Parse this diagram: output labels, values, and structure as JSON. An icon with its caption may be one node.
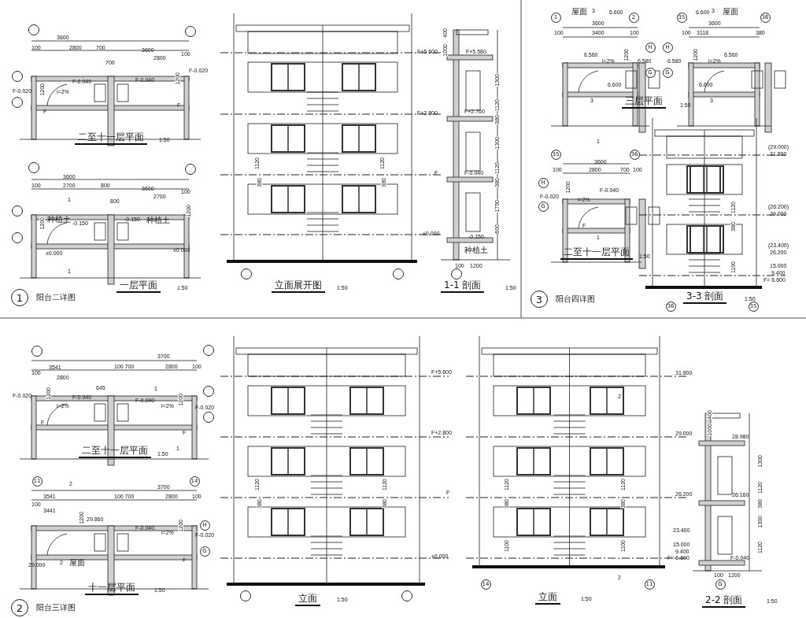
{
  "diagram": {
    "nodes": [
      {
        "text": [],
        "shape": "circle"
      },
      {
        "text": [],
        "shape": "circle"
      },
      {
        "text": [],
        "shape": "circle"
      },
      {
        "text": [],
        "shape": "circle"
      },
      {
        "text": [],
        "shape": "circle"
      },
      {
        "text": [],
        "shape": "circle"
      },
      {
        "text": [],
        "shape": "circle"
      },
      {
        "text": [],
        "shape": "circle"
      },
      {
        "text": [],
        "shape": "circle"
      },
      {
        "text": [],
        "shape": "circle"
      },
      {
        "text": [],
        "shape": "circle"
      },
      {
        "text": [
          "1"
        ],
        "beside": [
          "阳台二详图"
        ]
      },
      {
        "text": [
          "1"
        ]
      },
      {
        "text": [
          "2"
        ]
      },
      {
        "text": [
          "H"
        ]
      },
      {
        "text": [
          "G"
        ]
      },
      {
        "text": [
          "35"
        ]
      },
      {
        "text": [
          "36"
        ]
      },
      {
        "text": [
          "H"
        ]
      },
      {
        "text": [
          "G"
        ]
      },
      {
        "text": [
          "35"
        ]
      },
      {
        "text": [
          "36"
        ]
      },
      {
        "text": [
          "H"
        ]
      },
      {
        "text": [
          "G"
        ]
      },
      {
        "text": [
          "36"
        ]
      },
      {
        "text": [
          "35"
        ]
      },
      {
        "text": [
          "3"
        ],
        "beside": [
          "阳台四详图"
        ]
      },
      {
        "text": [],
        "shape": "circle"
      },
      {
        "text": [],
        "shape": "circle"
      },
      {
        "text": [],
        "shape": "circle"
      },
      {
        "text": [],
        "shape": "circle"
      },
      {
        "text": [
          "11"
        ]
      },
      {
        "text": [
          "14"
        ]
      },
      {
        "text": [
          "H"
        ]
      },
      {
        "text": [
          "G"
        ]
      },
      {
        "text": [
          "2"
        ],
        "beside": [
          "阳台三详图"
        ]
      },
      {
        "text": [],
        "shape": "circle"
      },
      {
        "text": [],
        "shape": "circle"
      },
      {
        "text": [
          "14"
        ]
      },
      {
        "text": [
          "11"
        ]
      },
      {
        "text": [
          "G"
        ]
      }
    ],
    "labels": [
      "3600",
      "100",
      "2800",
      "700",
      "3600",
      "700",
      "2800",
      "100",
      "1200",
      "i=2%",
      "F-0.040",
      "F-0.040",
      "F-0.020",
      "F-0.020",
      "1200",
      "F",
      "F",
      "二至十一层平面",
      "1:50",
      "3600",
      "100",
      "2700",
      "800",
      "3600",
      "800",
      "2700",
      "100",
      "1",
      "种植土",
      "-0.150",
      "-0.150",
      "种植土",
      "1200",
      "1200",
      "±0.000",
      "±0.000",
      "1",
      "一层平面",
      "1:50",
      "F+5.600",
      "F+2.800",
      "1120",
      "1120",
      "F",
      "380",
      "380",
      "±0.000",
      "立面展开图",
      "1:50",
      "400",
      "1000",
      "F+5.580",
      "1300",
      "1120",
      "F+2.760",
      "380",
      "1300",
      "1120",
      "F-0.040",
      "380",
      "1750",
      "600",
      "-0.150",
      "种植土",
      "100",
      "1200",
      "1-1 剖面",
      "1:50",
      "屋面",
      "3",
      "6.600",
      "3600",
      "100",
      "3400",
      "100",
      "6.560",
      "i=2%",
      "1200",
      "6.580",
      "6.600",
      "6.600",
      "3",
      "屋面",
      "3600",
      "100",
      "3118",
      "380",
      "6.580",
      "1200",
      "i=2%",
      "6.560",
      "6.600",
      "3",
      "三层平面",
      "1:50",
      "3",
      "1",
      "3600",
      "100",
      "2800",
      "700",
      "100",
      "1200",
      "i=2%",
      "F-0.040",
      "F-0.020",
      "F",
      "1",
      "二至十一层平面",
      "1:50",
      "(29.000)",
      "31.800",
      "(26.200)",
      "29.000",
      "1120",
      "380",
      "(23.400)",
      "26.200",
      "15.000",
      "9.400",
      "F= 6.600",
      "1100",
      "3-3 剖面",
      "1:50",
      "3541",
      "100",
      "2800",
      "645",
      "3700",
      "100 700",
      "2800",
      "100",
      "F-0.020",
      "1200",
      "i=2%",
      "F-0.040",
      "F-0.040",
      "i=2%",
      "1200",
      "F-0.020",
      "1",
      "F",
      "F",
      "二至十一层平面",
      "1:50",
      "1",
      "2",
      "3541",
      "100",
      "3441",
      "100 700",
      "3700",
      "2800",
      "100",
      "1200",
      "29.860",
      "F-0.040",
      "i=2%",
      "1200",
      "F-0.020",
      "29.000",
      "2",
      "屋面",
      "F",
      "十一层平面",
      "1:50",
      "F+5.600",
      "F+2.800",
      "1120",
      "1120",
      "F",
      "380",
      "380",
      "±0.000",
      "立面",
      "1:50",
      "31.800",
      "2",
      "29.000",
      "1120",
      "1120",
      "26.200",
      "380",
      "380",
      "23.400",
      "15.000",
      "9.400",
      "F= 6.600",
      "1100",
      "1100",
      "2",
      "立面",
      "1:50",
      "400",
      "1000",
      "28.980",
      "1300",
      "1120",
      "26.160",
      "380",
      "1300",
      "1120",
      "F-0.040",
      "100",
      "1200",
      "2-2 剖面",
      "1:50"
    ]
  }
}
